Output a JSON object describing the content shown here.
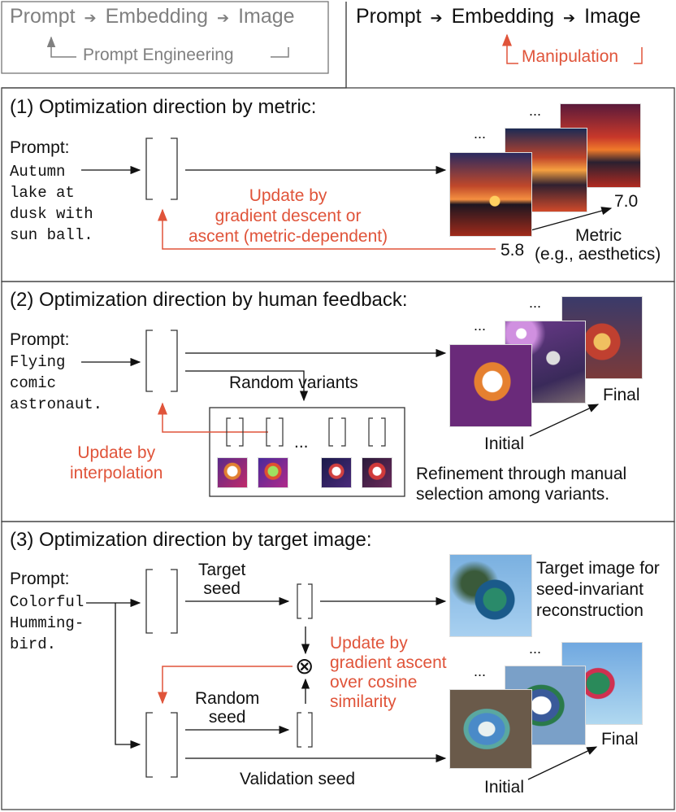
{
  "header": {
    "left": {
      "prompt": "Prompt",
      "embedding": "Embedding",
      "image": "Image",
      "loop_label": "Prompt Engineering"
    },
    "right": {
      "prompt": "Prompt",
      "embedding": "Embedding",
      "image": "Image",
      "loop_label": "Manipulation"
    },
    "arrow_glyph": "➔"
  },
  "panel1": {
    "title": "(1) Optimization direction by metric:",
    "prompt_label": "Prompt:",
    "prompt_text": "Autumn\nlake at\ndusk with\nsun ball.",
    "update_label": "Update by\ngradient descent or\nascent (metric-dependent)",
    "ellipsis": "...",
    "score_high": "7.0",
    "score_low": "5.8",
    "metric_label": "Metric",
    "metric_sub": "(e.g., aesthetics)",
    "colors": {
      "accent": "#e0543a"
    }
  },
  "panel2": {
    "title": "(2) Optimization direction by human feedback:",
    "prompt_label": "Prompt:",
    "prompt_text": "Flying\ncomic\nastronaut.",
    "random_variants": "Random variants",
    "update_label": "Update by\ninterpolation",
    "variants_ellipsis": "...",
    "ellipsis": "...",
    "final_label": "Final",
    "initial_label": "Initial",
    "refinement": "Refinement through manual\nselection among variants."
  },
  "panel3": {
    "title": "(3) Optimization direction by target image:",
    "prompt_label": "Prompt:",
    "prompt_text": "Colorful\nHumming-\nbird.",
    "target_seed": "Target\nseed",
    "random_seed": "Random\nseed",
    "validation_seed": "Validation seed",
    "otimes": "⊗",
    "update_label": "Update by\ngradient ascent\nover cosine\nsimilarity",
    "target_caption": "Target image for\nseed-invariant\nreconstruction",
    "ellipsis": "...",
    "final_label": "Final",
    "initial_label": "Initial"
  }
}
